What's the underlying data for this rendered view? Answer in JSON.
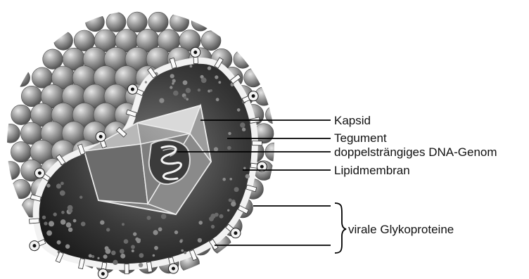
{
  "labels": {
    "capsid": "Kapsid",
    "tegument": "Tegument",
    "genome": "doppelsträngiges DNA-Genom",
    "membrane": "Lipidmembran",
    "glycoproteins": "virale Glykoproteine"
  },
  "colors": {
    "envelope_sphere": "#8c8c8c",
    "tegument": "#3a3a3a",
    "membrane": "#f2f2f2",
    "capsid": "#b4b4b4",
    "line": "#000000"
  },
  "icons": {
    "envelope": "sphere-of-spheres",
    "capsid": "icosahedron",
    "genome": "coiled-dna",
    "glycoprotein": "spike-knob",
    "bracket": "curly-brace"
  }
}
